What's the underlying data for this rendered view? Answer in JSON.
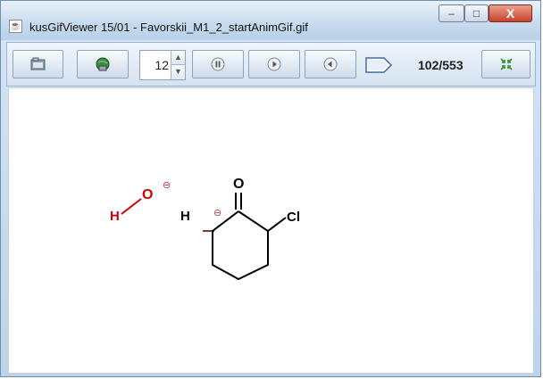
{
  "window": {
    "title": "kusGifViewer 15/01 - Favorskii_M1_2_startAnimGif.gif",
    "app_icon": "java-cup-icon",
    "minimize_label": "–",
    "maximize_label": "□",
    "close_label": "X"
  },
  "toolbar": {
    "open_icon": "folder-open-icon",
    "save_icon": "globe-save-icon",
    "speed_value": "12",
    "pause_icon": "pause-icon",
    "play_icon": "play-icon",
    "step_back_icon": "step-back-icon",
    "slider_icon": "slider-thumb-icon",
    "frame_counter": "102/553",
    "shrink_icon": "shrink-icon"
  },
  "molecule": {
    "hydroxide_h": "H",
    "hydroxide_o": "O",
    "charge_symbol": "⊖",
    "alpha_h": "H",
    "carbonyl_o": "O",
    "chlorine": "Cl"
  },
  "colors": {
    "hydroxide": "#cc0000",
    "charge": "#b04040",
    "bonds": "#000000"
  }
}
